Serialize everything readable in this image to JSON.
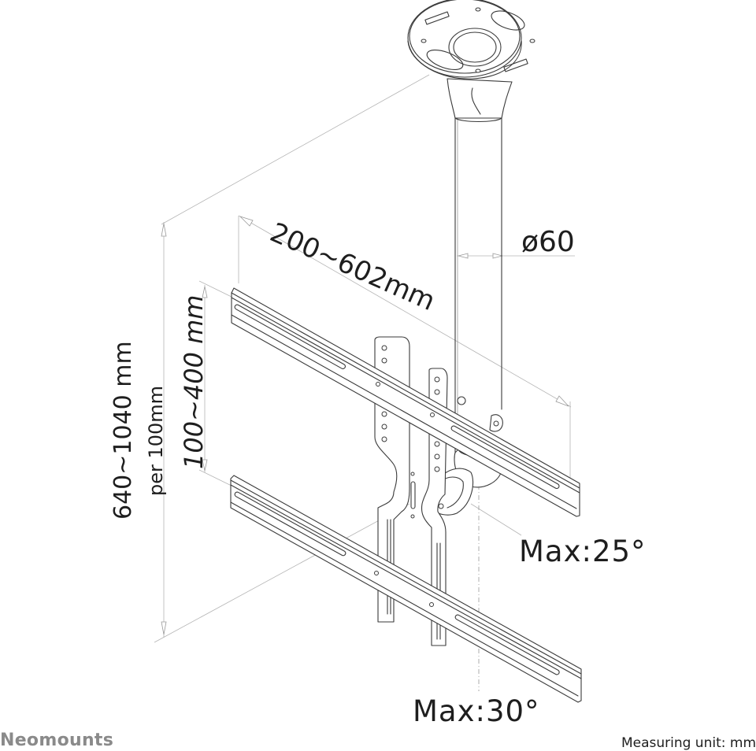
{
  "diagram": {
    "subject": "ceiling TV mount technical drawing",
    "line_color": "#3a3a3a",
    "dimension_line_color": "#b4b4b4",
    "labels": {
      "width_range": "200~602mm",
      "pole_diameter": "ø60",
      "height_range": "640~1040 mm",
      "height_step": "per 100mm",
      "vesa_height_range": "100~400 mm",
      "tilt": "Max:25°",
      "swivel": "Max:30°"
    },
    "parts": [
      "ceiling-plate",
      "pole",
      "tilt-joint",
      "vertical-bracket-left",
      "vertical-bracket-right",
      "upper-rail",
      "lower-rail"
    ]
  },
  "footer": {
    "brand": "Neomounts",
    "measuring_unit": "Measuring unit: mm"
  }
}
